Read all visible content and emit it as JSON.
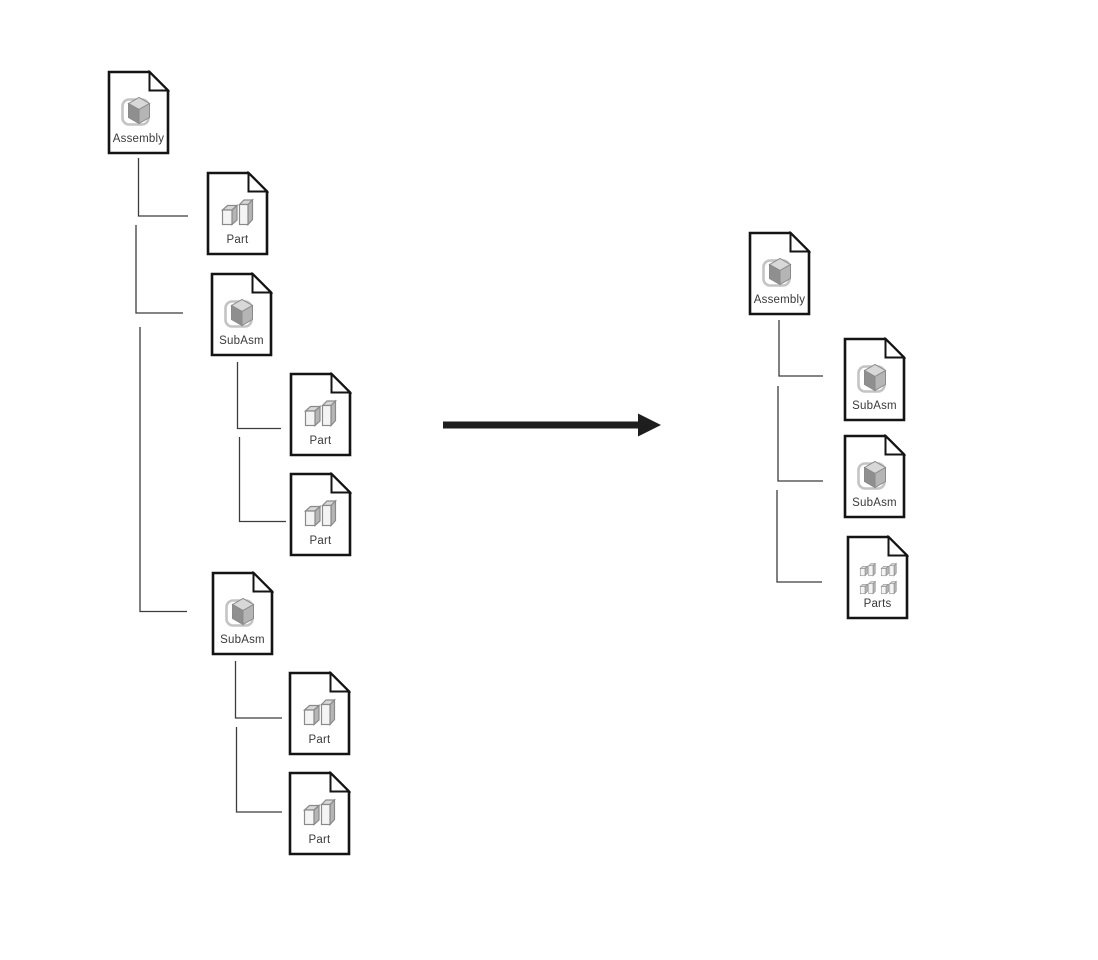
{
  "colors": {
    "background": "#ffffff",
    "file_border": "#141414",
    "file_fill": "#ffffff",
    "label": "#3a3a3a",
    "connector": "#3c3c3c",
    "arrow": "#1e1e1e",
    "icon_edge": "#8a8a8a",
    "icon_dark": "#8f8f8f",
    "icon_mid": "#b5b5b5",
    "icon_light": "#d8d8d8",
    "icon_plate": "#c4c4c4",
    "icon_prism_front": "#f4f4f4"
  },
  "left_tree": {
    "nodes": [
      {
        "label": "Assembly",
        "icon": "assembly-cube"
      },
      {
        "label": "Part",
        "icon": "part-prisms"
      },
      {
        "label": "SubAsm",
        "icon": "assembly-cube"
      },
      {
        "label": "Part",
        "icon": "part-prisms"
      },
      {
        "label": "Part",
        "icon": "part-prisms"
      },
      {
        "label": "SubAsm",
        "icon": "assembly-cube"
      },
      {
        "label": "Part",
        "icon": "part-prisms"
      },
      {
        "label": "Part",
        "icon": "part-prisms"
      }
    ]
  },
  "right_tree": {
    "nodes": [
      {
        "label": "Assembly",
        "icon": "assembly-cube"
      },
      {
        "label": "SubAsm",
        "icon": "assembly-cube"
      },
      {
        "label": "SubAsm",
        "icon": "assembly-cube"
      },
      {
        "label": "Parts",
        "icon": "parts-grid"
      }
    ]
  },
  "arrow": {
    "direction": "right"
  }
}
